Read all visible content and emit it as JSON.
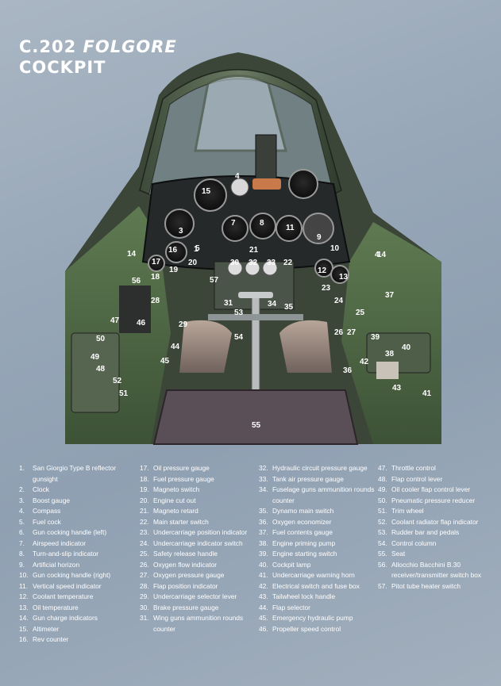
{
  "title": {
    "line1_plain": "C.202 ",
    "line1_em": "FOLGORE",
    "line2": "COCKPIT"
  },
  "callouts": [
    "4",
    "15",
    "4",
    "3",
    "7",
    "8",
    "11",
    "9",
    "14",
    "16",
    "1",
    "17",
    "20",
    "18",
    "19",
    "5",
    "21",
    "10",
    "14",
    "56",
    "30",
    "32",
    "33",
    "22",
    "57",
    "12",
    "13",
    "23",
    "28",
    "31",
    "34",
    "35",
    "37",
    "24",
    "53",
    "25",
    "47",
    "46",
    "29",
    "50",
    "44",
    "54",
    "26",
    "27",
    "39",
    "38",
    "40",
    "49",
    "48",
    "45",
    "36",
    "42",
    "52",
    "51",
    "43",
    "41",
    "55"
  ],
  "legend": {
    "col1": [
      {
        "num": "1.",
        "text": "San Giorgio Type B reflector gunsight"
      },
      {
        "num": "2.",
        "text": "Clock"
      },
      {
        "num": "3.",
        "text": "Boost gauge"
      },
      {
        "num": "4.",
        "text": "Compass"
      },
      {
        "num": "5.",
        "text": "Fuel cock"
      },
      {
        "num": "6.",
        "text": "Gun cocking handle (left)"
      },
      {
        "num": "7.",
        "text": "Airspeed indicator"
      },
      {
        "num": "8.",
        "text": "Turn-and-slip indicator"
      },
      {
        "num": "9.",
        "text": "Artificial horizon"
      },
      {
        "num": "10.",
        "text": "Gun cocking handle (right)"
      },
      {
        "num": "11.",
        "text": "Vertical speed indicator"
      },
      {
        "num": "12.",
        "text": "Coolant temperature"
      },
      {
        "num": "13.",
        "text": "Oil temperature"
      },
      {
        "num": "14.",
        "text": "Gun charge indicators"
      },
      {
        "num": "15.",
        "text": "Altimeter"
      },
      {
        "num": "16.",
        "text": "Rev counter"
      }
    ],
    "col2": [
      {
        "num": "17.",
        "text": "Oil pressure gauge"
      },
      {
        "num": "18.",
        "text": "Fuel pressure gauge"
      },
      {
        "num": "19.",
        "text": "Magneto switch"
      },
      {
        "num": "20.",
        "text": "Engine cut out"
      },
      {
        "num": "21.",
        "text": "Magneto retard"
      },
      {
        "num": "22.",
        "text": "Main starter switch"
      },
      {
        "num": "23.",
        "text": "Undercarriage position indicator"
      },
      {
        "num": "24.",
        "text": "Undercarriage indicator switch"
      },
      {
        "num": "25.",
        "text": "Safety release handle"
      },
      {
        "num": "26.",
        "text": "Oxygen flow indicator"
      },
      {
        "num": "27.",
        "text": "Oxygen pressure gauge"
      },
      {
        "num": "28.",
        "text": "Flap position indicator"
      },
      {
        "num": "29.",
        "text": "Undercarriage selector lever"
      },
      {
        "num": "30.",
        "text": "Brake pressure gauge"
      },
      {
        "num": "31.",
        "text": "Wing guns ammunition rounds counter"
      }
    ],
    "col3": [
      {
        "num": "32.",
        "text": "Hydraulic circuit pressure gauge"
      },
      {
        "num": "33.",
        "text": "Tank air pressure gauge"
      },
      {
        "num": "34.",
        "text": "Fuselage guns ammunition rounds counter"
      },
      {
        "num": "35.",
        "text": "Dynamo main switch"
      },
      {
        "num": "36.",
        "text": "Oxygen economizer"
      },
      {
        "num": "37.",
        "text": "Fuel contents gauge"
      },
      {
        "num": "38.",
        "text": "Engine priming pump"
      },
      {
        "num": "39.",
        "text": "Engine starting switch"
      },
      {
        "num": "40.",
        "text": "Cockpit lamp"
      },
      {
        "num": "41.",
        "text": "Undercarriage warning horn"
      },
      {
        "num": "42.",
        "text": "Electrical switch and fuse box"
      },
      {
        "num": "43.",
        "text": "Tailwheel lock handle"
      },
      {
        "num": "44.",
        "text": "Flap selector"
      },
      {
        "num": "45.",
        "text": "Emergency hydraulic pump"
      },
      {
        "num": "46.",
        "text": "Propeller speed control"
      }
    ],
    "col4": [
      {
        "num": "47.",
        "text": "Throttle control"
      },
      {
        "num": "48.",
        "text": "Flap control lever"
      },
      {
        "num": "49.",
        "text": "Oil cooler flap control lever"
      },
      {
        "num": "50.",
        "text": "Pneumatic pressure reducer"
      },
      {
        "num": "51.",
        "text": "Trim wheel"
      },
      {
        "num": "52.",
        "text": "Coolant radiator flap indicator"
      },
      {
        "num": "53.",
        "text": "Rudder bar and pedals"
      },
      {
        "num": "54.",
        "text": "Control column"
      },
      {
        "num": "55.",
        "text": "Seat"
      },
      {
        "num": "56.",
        "text": "Allocchio Bacchini B.30 receiver/transmitter switch box"
      },
      {
        "num": "57.",
        "text": "Pitot tube heater switch"
      }
    ]
  }
}
